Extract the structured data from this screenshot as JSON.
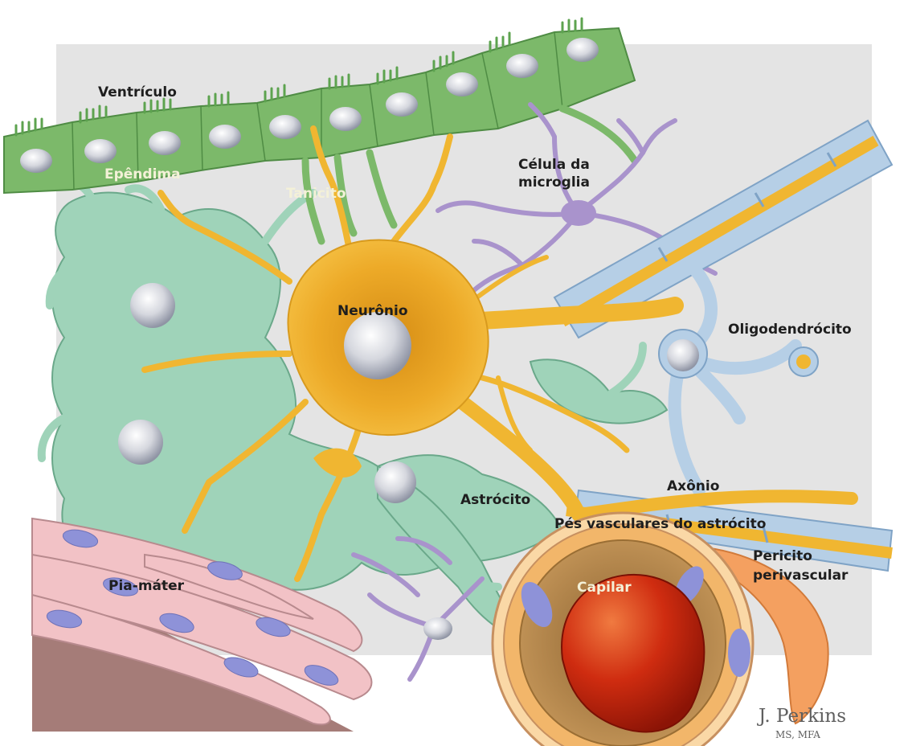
{
  "labels": {
    "ventricle": "Ventrículo",
    "ependyma": "Epêndima",
    "tanycyte": "Tanicito",
    "microglia_line1": "Célula da",
    "microglia_line2": "microglia",
    "neuron": "Neurônio",
    "oligodendrocyte": "Oligodendrócito",
    "axon": "Axônio",
    "astrocyte": "Astrócito",
    "astrocyte_feet": "Pés vasculares do astrócito",
    "pericyte_line1": "Pericito",
    "pericyte_line2": "perivascular",
    "capillary": "Capilar",
    "pia_mater": "Pia-máter"
  },
  "signature": {
    "name": "J. Perkins",
    "credentials": "MS, MFA"
  },
  "colors": {
    "background_panel": "#e4e4e4",
    "ependyma": "#7cb96a",
    "astrocyte": "#9fd3b9",
    "neuron": "#f0b631",
    "microglia": "#a993cc",
    "oligodendrocyte": "#b6cfe6",
    "pia_mater": "#f2c2c6",
    "pia_nuclei": "#8e92d8",
    "capillary_wall": "#f2b66a",
    "capillary_lumen": "#b48a4e",
    "red_blood_cell": "#c9260e",
    "pericyte": "#f4a060",
    "brown_base": "#a57c78"
  }
}
